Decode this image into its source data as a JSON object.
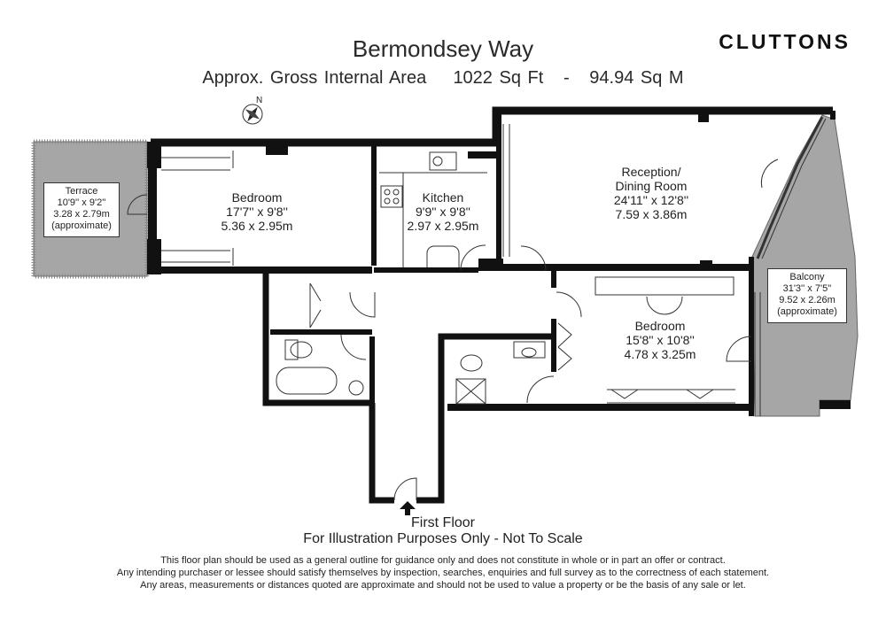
{
  "header": {
    "title": "Bermondsey Way",
    "area_prefix": "Approx. Gross Internal Area",
    "area_sqft": "1022 Sq Ft",
    "area_sep": "-",
    "area_sqm": "94.94 Sq M",
    "brand": "CLUTTONS"
  },
  "compass": {
    "label": "N"
  },
  "rooms": {
    "terrace": {
      "name": "Terrace",
      "imperial": "10'9'' x 9'2''",
      "metric": "3.28 x 2.79m",
      "note": "(approximate)"
    },
    "bedroom1": {
      "name": "Bedroom",
      "imperial": "17'7'' x 9'8''",
      "metric": "5.36 x 2.95m"
    },
    "kitchen": {
      "name": "Kitchen",
      "imperial": "9'9'' x 9'8''",
      "metric": "2.97 x 2.95m"
    },
    "reception": {
      "name": "Reception/",
      "name2": "Dining Room",
      "imperial": "24'11'' x 12'8''",
      "metric": "7.59 x 3.86m"
    },
    "balcony": {
      "name": "Balcony",
      "imperial": "31'3'' x 7'5''",
      "metric": "9.52 x 2.26m",
      "note": "(approximate)"
    },
    "bedroom2": {
      "name": "Bedroom",
      "imperial": "15'8'' x 10'8''",
      "metric": "4.78 x 3.25m"
    }
  },
  "footer": {
    "floor": "First Floor",
    "illustration": "For Illustration Purposes Only - Not To Scale",
    "disclaimer1": "This floor plan should be used as a general outline for guidance only and does not constitute in whole or in part an offer or contract.",
    "disclaimer2": "Any intending purchaser or lessee should satisfy themselves by inspection, searches, enquiries and full survey as to the correctness of each statement.",
    "disclaimer3": "Any areas, measurements or distances quoted are approximate and should not be used to value a property or be the basis of any sale or let."
  },
  "colors": {
    "wall": "#111111",
    "outdoor": "#a6a6a6",
    "line": "#333333"
  }
}
